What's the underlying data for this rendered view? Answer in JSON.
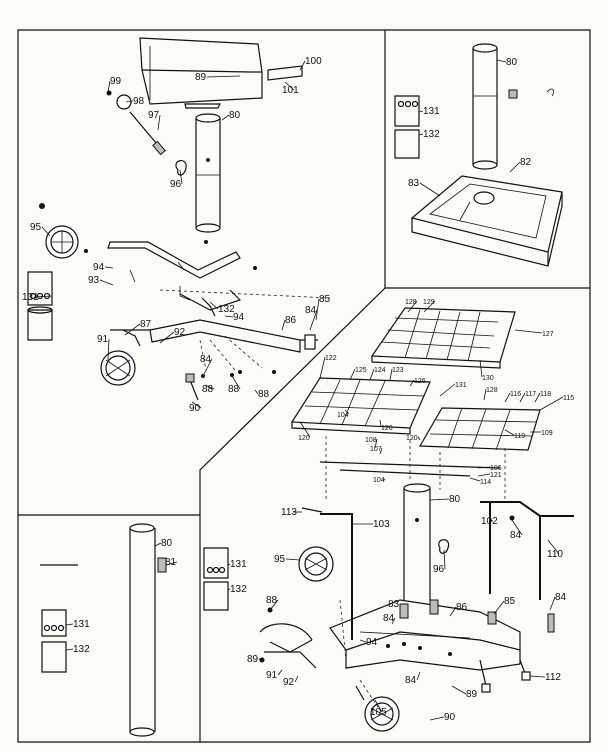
{
  "callouts": {
    "main": [
      "100",
      "99",
      "89",
      "101",
      "98",
      "97",
      "80",
      "96",
      "95",
      "94",
      "93",
      "131",
      "132",
      "84",
      "87",
      "91",
      "92",
      "94",
      "86",
      "85",
      "84",
      "88",
      "90",
      "88",
      "88"
    ],
    "inset_top_right": [
      "80",
      "131",
      "132",
      "82",
      "83"
    ],
    "inset_bottom_left": [
      "80",
      "81",
      "131",
      "132",
      "131",
      "132"
    ],
    "racks": [
      "128",
      "129",
      "127",
      "130",
      "122",
      "125",
      "124",
      "123",
      "126",
      "131",
      "104",
      "126",
      "120",
      "128",
      "116",
      "117",
      "118",
      "115",
      "120",
      "119",
      "109",
      "108",
      "107",
      "106",
      "121",
      "104",
      "114"
    ],
    "base": [
      "80",
      "113",
      "103",
      "102",
      "84",
      "95",
      "96",
      "110",
      "88",
      "83",
      "84",
      "86",
      "85",
      "84",
      "94",
      "89",
      "92",
      "91",
      "84",
      "89",
      "105",
      "112",
      "90"
    ]
  }
}
